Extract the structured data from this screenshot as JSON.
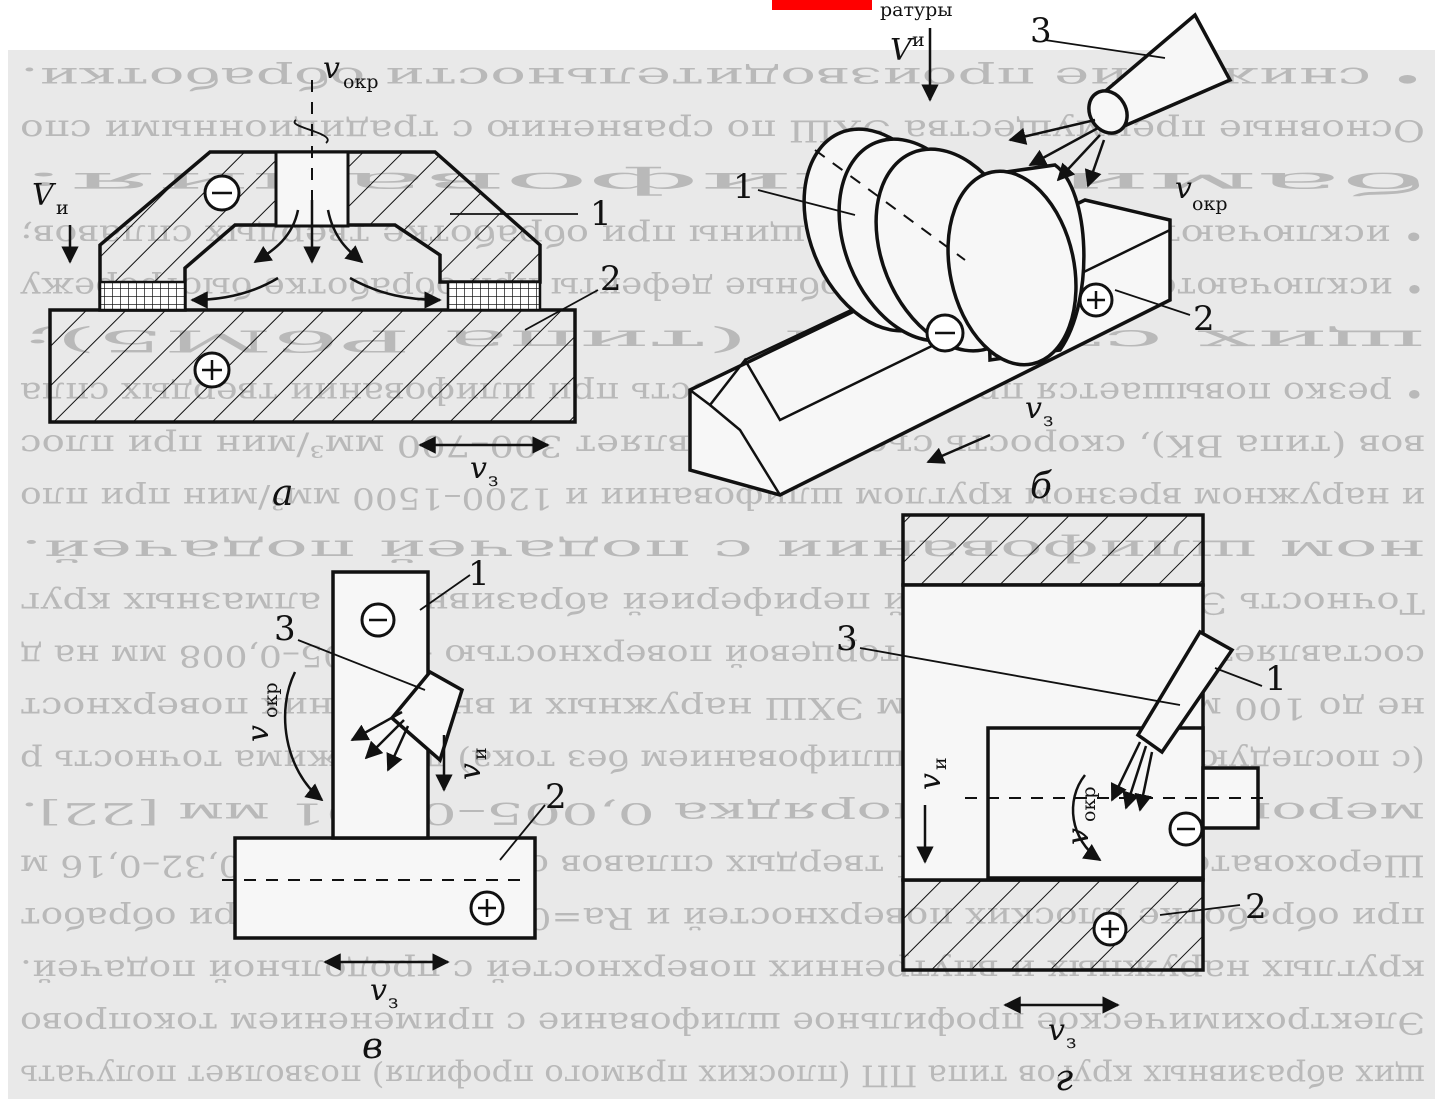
{
  "top_mark": "ратуры",
  "background_text_lines": [
    "• снижение производительности обработки.",
    "Основные преимущества ЭХШ по сравнению с традиционными спо",
    "бами шлифования:",
    "• исключаются прижоги и трещины при обработке твердых сплавов;",
    "• исключаются прижоги и подобные дефекты при обработке быстрорежу",
    "щих сталей (типа Р6М5);",
    "• резко повышается производительность при шлифовании твердых спла",
    "вов (типа ВК), скорость съема составляет 300–700 мм³/мин при плос",
    "и наружном врезном круглом шлифовании и 1200–1500 мм³/мин при пло",
    "ном шлифовании с подачей подачей.",
    "Точность ЭХШ плоскостей периферией абразивных и алмазных круг",
    "составляет 0,01–0,02 мм, а торцевой поверхностью – 0,005–0,008 мм на д",
    "не до 100 мм. При круглом ЭХШ наружных и внутренних поверхност",
    "(с последующим чистовым шлифованием без тока) достижима точность р",
    "меров и формы порядка 0,005–0,001 мм [22].",
    "Шероховатость после ЭХШ твердых сплавов составляет Ra=0,32–0,16 м",
    "при обработке плоских поверхностей и Ra=0,63–0,32 мкм при обработ",
    "круглых наружных и внутренних поверхностей с продольной подачей.",
    "Электрохимическое профильное шлифование с применением токопрово",
    "щих абразивных кругов типа ПП (плоских прямого профиля) позволяет получать"
  ],
  "figures": {
    "a": {
      "caption": "а",
      "v_okr": "v",
      "v_okr_sub": "окр",
      "v_i": "V",
      "v_i_sub": "и",
      "v_z": "v",
      "v_z_sub": "з",
      "callouts": [
        "1",
        "2"
      ],
      "signs": [
        "⊖",
        "⊕"
      ]
    },
    "b": {
      "caption": "б",
      "v_i": "V",
      "v_i_sub": "и",
      "v_okr": "v",
      "v_okr_sub": "окр",
      "v_z": "v",
      "v_z_sub": "з",
      "callouts": [
        "1",
        "2",
        "3"
      ],
      "signs": [
        "⊖",
        "⊕"
      ]
    },
    "v": {
      "caption": "в",
      "v_okr": "v",
      "v_okr_sub": "окр",
      "v_i": "v",
      "v_i_sub": "и",
      "v_z": "v",
      "v_z_sub": "з",
      "callouts": [
        "1",
        "2",
        "3"
      ],
      "signs": [
        "⊖",
        "⊕"
      ]
    },
    "g": {
      "caption": "г",
      "v_i": "v",
      "v_i_sub": "и",
      "v_okr": "v",
      "v_okr_sub": "окр",
      "v_z": "v",
      "v_z_sub": "з",
      "callouts": [
        "1",
        "2",
        "3"
      ],
      "signs": [
        "⊖",
        "⊕"
      ]
    }
  }
}
